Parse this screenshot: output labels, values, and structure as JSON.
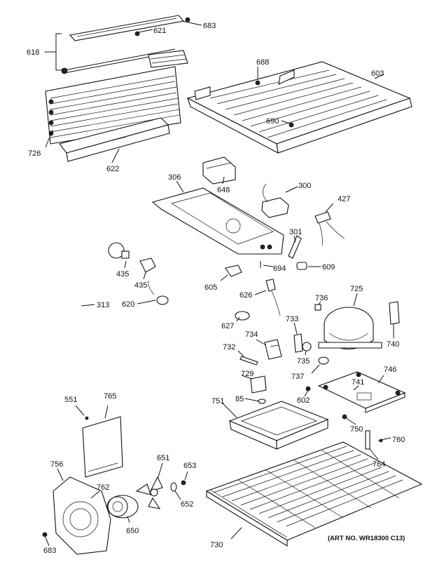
{
  "labels": {
    "l683a": "683",
    "l621": "621",
    "l618": "618",
    "l688": "688",
    "l603": "603",
    "l690": "690",
    "l726": "726",
    "l622": "622",
    "l306": "306",
    "l648": "648",
    "l300": "300",
    "l427": "427",
    "l301": "301",
    "l694": "694",
    "l609": "609",
    "l435a": "435",
    "l435b": "435",
    "l313": "313",
    "l620": "620",
    "l605": "605",
    "l626": "626",
    "l736": "736",
    "l725": "725",
    "l627": "627",
    "l733": "733",
    "l734": "734",
    "l740": "740",
    "l732": "732",
    "l735": "735",
    "l737": "737",
    "l746": "746",
    "l729": "729",
    "l741": "741",
    "l551": "551",
    "l765": "765",
    "l85": "85",
    "l602": "602",
    "l751": "751",
    "l750": "750",
    "l760": "760",
    "l764": "764",
    "l756": "756",
    "l651": "651",
    "l653": "653",
    "l762": "762",
    "l652": "652",
    "l650": "650",
    "l683b": "683",
    "l730": "730"
  },
  "art_no": "(ART NO. WR18300 C13)"
}
